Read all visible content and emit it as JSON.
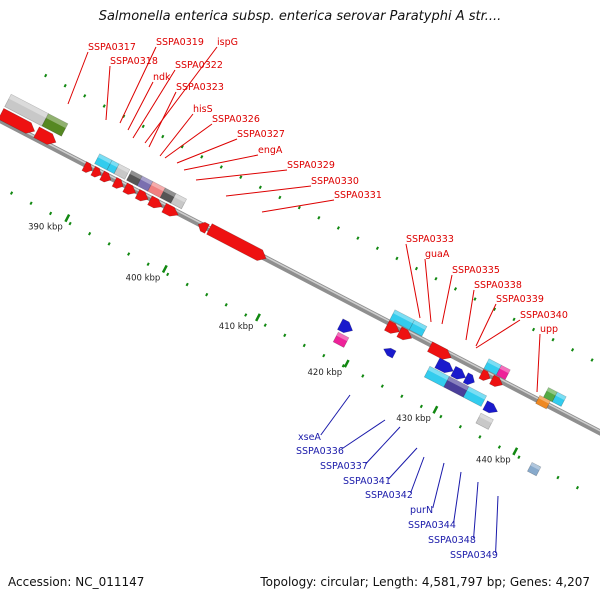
{
  "title": "Salmonella enterica subsp. enterica serovar Paratyphi A str....",
  "accession": "Accession: NC_011147",
  "topology": "Topology: circular; Length: 4,581,797 bp; Genes: 4,207",
  "colors": {
    "backbone": "#8f8f8f",
    "forward_gene": "#ee1111",
    "reverse_gene": "#1a1acc",
    "red_label": "#dd0000",
    "blue_label": "#1a1aaa",
    "tick": "#118811",
    "cyan_cog": "#33ccee",
    "magenta_cog": "#ee2299",
    "grey_cog": "#c8c8c8",
    "olive_cog": "#558822"
  },
  "scale_labels": [
    {
      "name": "tick-390",
      "text": "390 kbp"
    },
    {
      "name": "tick-400",
      "text": "400 kbp"
    },
    {
      "name": "tick-410",
      "text": "410 kbp"
    },
    {
      "name": "tick-420",
      "text": "420 kbp"
    },
    {
      "name": "tick-430",
      "text": "430 kbp"
    },
    {
      "name": "tick-440",
      "text": "440 kbp"
    }
  ],
  "red_labels": [
    "SSPA0317",
    "SSPA0319",
    "ispG",
    "SSPA0318",
    "SSPA0322",
    "ndk",
    "SSPA0323",
    "hisS",
    "SSPA0326",
    "SSPA0327",
    "engA",
    "SSPA0329",
    "SSPA0330",
    "SSPA0331",
    "SSPA0333",
    "guaA",
    "SSPA0335",
    "SSPA0338",
    "SSPA0339",
    "SSPA0340",
    "upp"
  ],
  "blue_labels": [
    "xseA",
    "SSPA0336",
    "SSPA0337",
    "SSPA0341",
    "SSPA0342",
    "purN",
    "SSPA0344",
    "SSPA0348",
    "SSPA0349"
  ]
}
